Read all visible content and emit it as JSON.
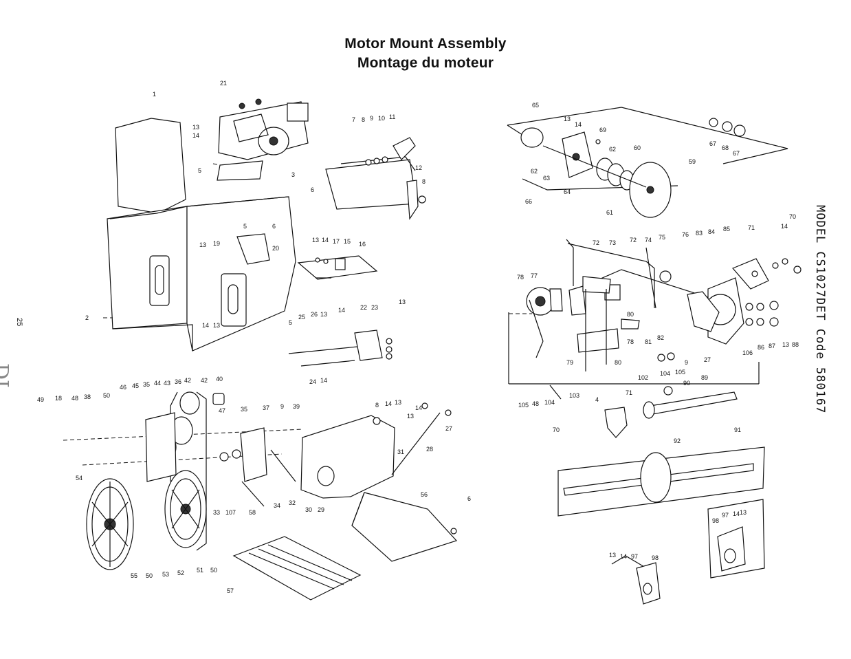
{
  "title_en": "Motor Mount Assembly",
  "title_fr": "Montage du moteur",
  "model_line": "MODEL CS1027DET Code 580167",
  "page_number": "25",
  "callouts": [
    {
      "id": "c1",
      "n": "1"
    },
    {
      "id": "c2",
      "n": "2"
    },
    {
      "id": "c3",
      "n": "3"
    },
    {
      "id": "c4",
      "n": "5"
    },
    {
      "id": "c5",
      "n": "5"
    },
    {
      "id": "c6",
      "n": "6"
    },
    {
      "id": "c7",
      "n": "6"
    },
    {
      "id": "c8",
      "n": "13"
    },
    {
      "id": "c9",
      "n": "14"
    },
    {
      "id": "c10",
      "n": "21"
    },
    {
      "id": "c11",
      "n": "13"
    },
    {
      "id": "c12",
      "n": "19"
    },
    {
      "id": "c13",
      "n": "20"
    },
    {
      "id": "c14",
      "n": "5"
    },
    {
      "id": "c15",
      "n": "14"
    },
    {
      "id": "c16",
      "n": "13"
    },
    {
      "id": "c17",
      "n": "7"
    },
    {
      "id": "c18",
      "n": "8"
    },
    {
      "id": "c19",
      "n": "9"
    },
    {
      "id": "c20",
      "n": "10"
    },
    {
      "id": "c21",
      "n": "11"
    },
    {
      "id": "c22",
      "n": "12"
    },
    {
      "id": "c23",
      "n": "8"
    },
    {
      "id": "c24",
      "n": "13"
    },
    {
      "id": "c25",
      "n": "14"
    },
    {
      "id": "c26",
      "n": "17"
    },
    {
      "id": "c27",
      "n": "15"
    },
    {
      "id": "c28",
      "n": "16"
    },
    {
      "id": "c29",
      "n": "25"
    },
    {
      "id": "c30",
      "n": "26"
    },
    {
      "id": "c31",
      "n": "13"
    },
    {
      "id": "c32",
      "n": "14"
    },
    {
      "id": "c33",
      "n": "22"
    },
    {
      "id": "c34",
      "n": "23"
    },
    {
      "id": "c35",
      "n": "13"
    },
    {
      "id": "c36",
      "n": "24"
    },
    {
      "id": "c37",
      "n": "14"
    },
    {
      "id": "c38",
      "n": "49"
    },
    {
      "id": "c39",
      "n": "18"
    },
    {
      "id": "c40",
      "n": "48"
    },
    {
      "id": "c41",
      "n": "38"
    },
    {
      "id": "c42",
      "n": "50"
    },
    {
      "id": "c43",
      "n": "46"
    },
    {
      "id": "c44",
      "n": "45"
    },
    {
      "id": "c45",
      "n": "35"
    },
    {
      "id": "c46",
      "n": "44"
    },
    {
      "id": "c47",
      "n": "43"
    },
    {
      "id": "c48",
      "n": "36"
    },
    {
      "id": "c49",
      "n": "42"
    },
    {
      "id": "c50",
      "n": "42"
    },
    {
      "id": "c51",
      "n": "40"
    },
    {
      "id": "c52",
      "n": "47"
    },
    {
      "id": "c53",
      "n": "35"
    },
    {
      "id": "c54",
      "n": "37"
    },
    {
      "id": "c55",
      "n": "9"
    },
    {
      "id": "c56",
      "n": "39"
    },
    {
      "id": "c57",
      "n": "8"
    },
    {
      "id": "c58",
      "n": "14"
    },
    {
      "id": "c59",
      "n": "13"
    },
    {
      "id": "c60",
      "n": "13"
    },
    {
      "id": "c61",
      "n": "14"
    },
    {
      "id": "c62",
      "n": "27"
    },
    {
      "id": "c63",
      "n": "28"
    },
    {
      "id": "c64",
      "n": "31"
    },
    {
      "id": "c65",
      "n": "54"
    },
    {
      "id": "c66",
      "n": "33"
    },
    {
      "id": "c67",
      "n": "107"
    },
    {
      "id": "c68",
      "n": "58"
    },
    {
      "id": "c69",
      "n": "34"
    },
    {
      "id": "c70",
      "n": "32"
    },
    {
      "id": "c71",
      "n": "30"
    },
    {
      "id": "c72",
      "n": "29"
    },
    {
      "id": "c73",
      "n": "55"
    },
    {
      "id": "c74",
      "n": "50"
    },
    {
      "id": "c75",
      "n": "53"
    },
    {
      "id": "c76",
      "n": "52"
    },
    {
      "id": "c77",
      "n": "51"
    },
    {
      "id": "c78",
      "n": "50"
    },
    {
      "id": "c79",
      "n": "56"
    },
    {
      "id": "c80",
      "n": "6"
    },
    {
      "id": "c81",
      "n": "57"
    },
    {
      "id": "c82",
      "n": "65"
    },
    {
      "id": "c83",
      "n": "13"
    },
    {
      "id": "c84",
      "n": "14"
    },
    {
      "id": "c85",
      "n": "69"
    },
    {
      "id": "c86",
      "n": "62"
    },
    {
      "id": "c87",
      "n": "60"
    },
    {
      "id": "c88",
      "n": "62"
    },
    {
      "id": "c89",
      "n": "63"
    },
    {
      "id": "c90",
      "n": "64"
    },
    {
      "id": "c91",
      "n": "66"
    },
    {
      "id": "c92",
      "n": "61"
    },
    {
      "id": "c93",
      "n": "59"
    },
    {
      "id": "c94",
      "n": "67"
    },
    {
      "id": "c95",
      "n": "68"
    },
    {
      "id": "c96",
      "n": "67"
    },
    {
      "id": "c97",
      "n": "72"
    },
    {
      "id": "c98",
      "n": "73"
    },
    {
      "id": "c99",
      "n": "72"
    },
    {
      "id": "c100",
      "n": "74"
    },
    {
      "id": "c101",
      "n": "75"
    },
    {
      "id": "c102",
      "n": "76"
    },
    {
      "id": "c103",
      "n": "83"
    },
    {
      "id": "c104",
      "n": "84"
    },
    {
      "id": "c105",
      "n": "85"
    },
    {
      "id": "c106",
      "n": "71"
    },
    {
      "id": "c107",
      "n": "14"
    },
    {
      "id": "c108",
      "n": "70"
    },
    {
      "id": "c109",
      "n": "78"
    },
    {
      "id": "c110",
      "n": "77"
    },
    {
      "id": "c111",
      "n": "80"
    },
    {
      "id": "c112",
      "n": "79"
    },
    {
      "id": "c113",
      "n": "80"
    },
    {
      "id": "c114",
      "n": "78"
    },
    {
      "id": "c115",
      "n": "81"
    },
    {
      "id": "c116",
      "n": "82"
    },
    {
      "id": "c117",
      "n": "9"
    },
    {
      "id": "c118",
      "n": "27"
    },
    {
      "id": "c119",
      "n": "106"
    },
    {
      "id": "c120",
      "n": "86"
    },
    {
      "id": "c121",
      "n": "87"
    },
    {
      "id": "c122",
      "n": "13"
    },
    {
      "id": "c123",
      "n": "88"
    },
    {
      "id": "c124",
      "n": "102"
    },
    {
      "id": "c125",
      "n": "104"
    },
    {
      "id": "c126",
      "n": "105"
    },
    {
      "id": "c127",
      "n": "89"
    },
    {
      "id": "c128",
      "n": "90"
    },
    {
      "id": "c129",
      "n": "103"
    },
    {
      "id": "c130",
      "n": "105"
    },
    {
      "id": "c131",
      "n": "48"
    },
    {
      "id": "c132",
      "n": "104"
    },
    {
      "id": "c133",
      "n": "4"
    },
    {
      "id": "c134",
      "n": "71"
    },
    {
      "id": "c135",
      "n": "70"
    },
    {
      "id": "c136",
      "n": "91"
    },
    {
      "id": "c137",
      "n": "92"
    },
    {
      "id": "c138",
      "n": "98"
    },
    {
      "id": "c139",
      "n": "97"
    },
    {
      "id": "c140",
      "n": "14"
    },
    {
      "id": "c141",
      "n": "13"
    },
    {
      "id": "c142",
      "n": "13"
    },
    {
      "id": "c143",
      "n": "14"
    },
    {
      "id": "c144",
      "n": "97"
    },
    {
      "id": "c145",
      "n": "98"
    }
  ]
}
